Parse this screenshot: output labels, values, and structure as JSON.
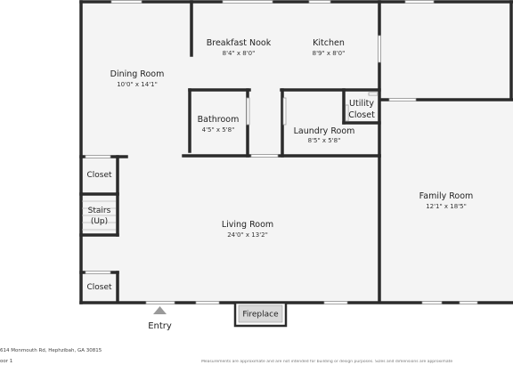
{
  "rooms": {
    "breakfast_nook": {
      "name": "Breakfast Nook",
      "dims": "8'4\" x 8'0\""
    },
    "kitchen": {
      "name": "Kitchen",
      "dims": "8'9\" x 8'0\""
    },
    "dining_room": {
      "name": "Dining Room",
      "dims": "10'0\" x 14'1\""
    },
    "bathroom": {
      "name": "Bathroom",
      "dims": "4'5\" x 5'8\""
    },
    "utility_closet": {
      "line1": "Utility",
      "line2": "Closet"
    },
    "laundry_room": {
      "name": "Laundry Room",
      "dims": "8'5\" x 5'8\""
    },
    "family_room": {
      "name": "Family Room",
      "dims": "12'1\" x 18'5\""
    },
    "living_room": {
      "name": "Living Room",
      "dims": "24'0\" x 13'2\""
    },
    "closet_upper": {
      "name": "Closet"
    },
    "closet_lower": {
      "name": "Closet"
    },
    "stairs": {
      "line1": "Stairs",
      "line2": "(Up)"
    }
  },
  "fireplace": "Fireplace",
  "entry": "Entry",
  "footer": {
    "address": "614 Monmouth Rd, Hephzibah, GA 30815",
    "floor": "oor 1",
    "disclaimer": "Measurements are approximate and are not intended for building or design purposes. Sizes and dimensions are approximate"
  },
  "colors": {
    "wall": "#2b2b2b",
    "floor": "#f4f4f4",
    "window": "#cfcfcf",
    "entry_arrow": "#9a9a9a"
  }
}
